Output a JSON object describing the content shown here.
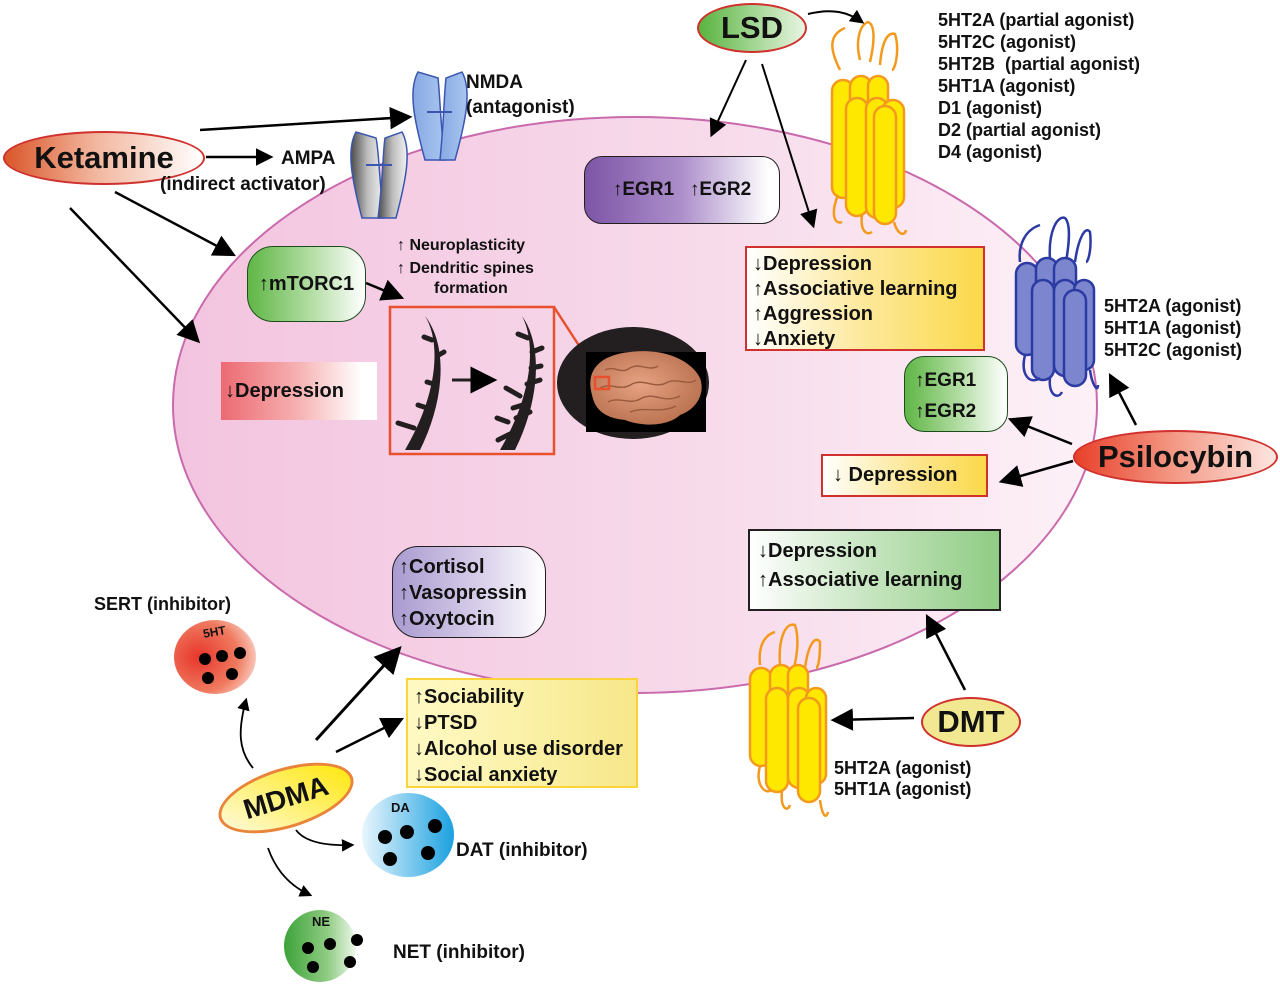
{
  "title": "Mechanisms of action of psychedelic drugs",
  "colors": {
    "cell_fill": "#f4c9e3",
    "cell_border": "#c96aac",
    "arrow": "#000000",
    "red_border": "#d0312d",
    "orange_border": "#e9843a",
    "yellow_fill": "#fbd94a",
    "green_fill": "#5fb646",
    "purple_fill": "#8a63ad",
    "blue_receptor": "#5b6fc2",
    "orange_receptor": "#f39a1e"
  },
  "drugs": {
    "ketamine": "Ketamine",
    "lsd": "LSD",
    "psilocybin": "Psilocybin",
    "dmt": "DMT",
    "mdma": "MDMA"
  },
  "ketamine": {
    "nmda_label": "NMDA",
    "nmda_role": "(antagonist)",
    "ampa_label": "AMPA",
    "ampa_role": "(indirect activator)",
    "mtorc1": "↑mTORC1",
    "neuroplasticity": [
      "↑ Neuroplasticity",
      "↑ Dendritic spines",
      "formation"
    ],
    "depression": "↓Depression"
  },
  "lsd": {
    "egr": "↑EGR1   ↑EGR2",
    "receptors": [
      "5HT2A (partial agonist)",
      "5HT2C (agonist)",
      "5HT2B  (partial agonist)",
      "5HT1A (agonist)",
      "D1 (agonist)",
      "D2 (partial agonist)",
      "D4 (agonist)"
    ],
    "effects": [
      "↓Depression",
      "↑Associative learning",
      "↑Aggression",
      "↓Anxiety"
    ]
  },
  "psilocybin": {
    "receptors": [
      "5HT2A (agonist)",
      "5HT1A (agonist)",
      "5HT2C (agonist)"
    ],
    "egr": [
      "↑EGR1",
      "↑EGR2"
    ],
    "depression": "↓ Depression"
  },
  "dmt": {
    "effects": [
      "↓Depression",
      "↑Associative learning"
    ],
    "receptors": [
      "5HT2A (agonist)",
      "5HT1A (agonist)"
    ]
  },
  "mdma": {
    "hormones": [
      "↑Cortisol",
      "↑Vasopressin",
      "↑Oxytocin"
    ],
    "effects": [
      "↑Sociability",
      "↓PTSD",
      "↓Alcohol use disorder",
      "↓Social anxiety"
    ],
    "transporters": {
      "sert": {
        "label": "SERT (inhibitor)",
        "vesicle": "5HT"
      },
      "dat": {
        "label": "DAT (inhibitor)",
        "vesicle": "DA"
      },
      "net": {
        "label": "NET (inhibitor)",
        "vesicle": "NE"
      }
    }
  }
}
